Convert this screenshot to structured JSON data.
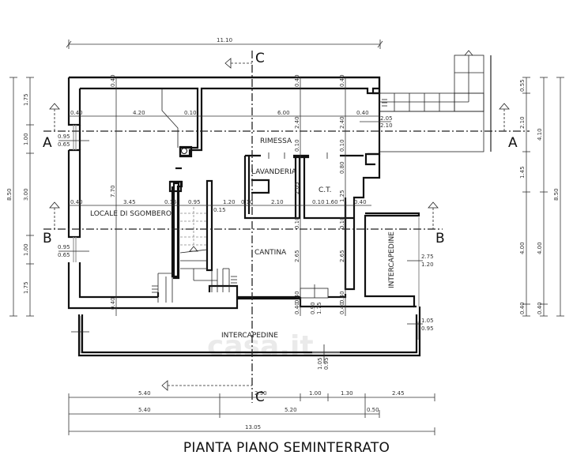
{
  "drawing": {
    "title": "PIANTA PIANO SEMINTERRATO",
    "watermark": "casa.it",
    "sections": {
      "a": "A",
      "b": "B",
      "c": "C"
    },
    "rooms": {
      "rimessa": "RIMESSA",
      "lavanderia": "LAVANDERIA",
      "ct": "C.T.",
      "locale": "LOCALE DI SGOMBERO",
      "cantina": "CANTINA",
      "intercapedine_right": "INTERCAPEDINE",
      "intercapedine_bottom": "INTERCAPEDINE"
    },
    "dims_top": {
      "overall": "11.10"
    },
    "dims_row1": {
      "d040a": "0.40",
      "d420": "4.20",
      "d010": "0.10",
      "d600": "6.00",
      "d040b": "0.40",
      "d205": "2.05",
      "d210": "2.10"
    },
    "dims_row2": {
      "d040": "0.40",
      "d345": "3.45",
      "d015a": "0.15",
      "d095": "0.95",
      "d120": "1.20",
      "d010a": "0.10",
      "d210": "2.10",
      "d010b": "0.10",
      "d160": "1.60",
      "d040b": "0.40",
      "d015b": "0.15"
    },
    "dims_vertical_inner": {
      "d040a": "0.40",
      "d040b": "0.40",
      "d040c": "0.40",
      "d240a": "2.40",
      "d240b": "2.40",
      "d010a": "0.10",
      "d010b": "0.10",
      "d080": "0.80",
      "d205": "2.05",
      "d125": "1.25",
      "d010c": "0.10",
      "d010d": "0.10",
      "d265a": "2.65",
      "d265b": "2.65",
      "d770": "7.70",
      "d040d": "0.40",
      "d040e": "0.40",
      "d040f": "0.40",
      "d040g": "0.40",
      "door_w": "0.90",
      "door_h": "1.75"
    },
    "windows": {
      "left_a_top": "0.95",
      "left_a_bot": "0.65",
      "left_b_top": "0.95",
      "left_b_bot": "0.65",
      "right_top": "2.75",
      "right_bot": "1.20",
      "right2_top": "1.05",
      "right2_bot": "0.95",
      "bottom_top": "1.05",
      "bottom_bot": "0.95"
    },
    "dims_left": {
      "d175a": "1.75",
      "d100a": "1.00",
      "d300": "3.00",
      "d100b": "1.00",
      "d175b": "1.75",
      "d850": "8.50"
    },
    "dims_right": {
      "d055": "0.55",
      "d210": "2.10",
      "d145": "1.45",
      "d400a": "4.00",
      "d040a": "0.40",
      "d410": "4.10",
      "d400b": "4.00",
      "d040b": "0.40",
      "d850": "8.50"
    },
    "dims_bottom": {
      "row1": [
        "5.40",
        "2.90",
        "1.00",
        "1.30",
        "2.45"
      ],
      "row2": [
        "5.40",
        "5.20",
        "0.50"
      ],
      "row3": "13.05"
    }
  }
}
